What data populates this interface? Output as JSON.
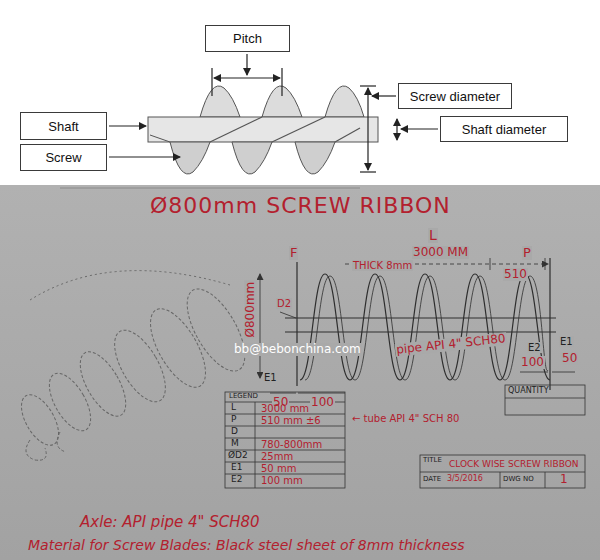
{
  "diagram": {
    "title": "Ø800mm SCREW RIBBON",
    "nodes": [
      {
        "text": [
          "Pitch"
        ]
      },
      {
        "text": [
          "Screw diameter"
        ]
      },
      {
        "text": [
          "Shaft"
        ]
      },
      {
        "text": [
          "Shaft diameter"
        ]
      },
      {
        "text": [
          "Screw"
        ]
      }
    ],
    "labels": [
      "L",
      "3000 MM",
      "P",
      "510",
      "THICK 8mm",
      "F",
      "Ø800mm",
      "D2",
      "E1",
      "50",
      "100",
      "pipe API 4\" SCH80",
      "E2",
      "100",
      "E1",
      "50",
      "bb@bebonchina.com",
      "LEGEND",
      "L",
      "3000 mm",
      "P",
      "510 mm ±6",
      "D",
      "M",
      "780-800mm",
      "ØD2",
      "25mm",
      "E1",
      "50 mm",
      "E2",
      "100 mm",
      "← tube API 4\" SCH 80",
      "QUANTITY",
      "TITLE",
      "CLOCK WISE SCREW RIBBON",
      "DATE",
      "3/5/2016",
      "DWG NO",
      "1",
      "Axle: API pipe 4\" SCH80",
      "Material for Screw Blades: Black steel sheet of 8mm thickness"
    ]
  }
}
